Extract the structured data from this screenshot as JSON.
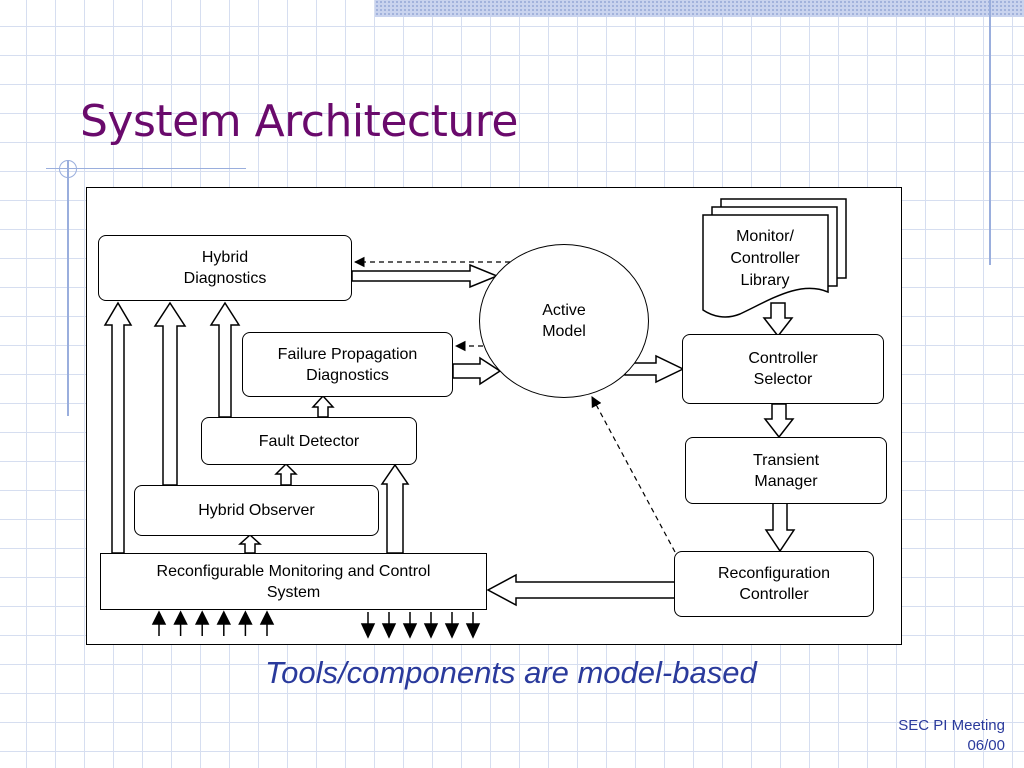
{
  "slide": {
    "title": "System Architecture",
    "caption": "Tools/components are model-based",
    "footer_line1": "SEC PI Meeting",
    "footer_line2": "06/00"
  },
  "diagram": {
    "nodes": {
      "hybrid_diagnostics": "Hybrid\nDiagnostics",
      "failure_propagation": "Failure Propagation\nDiagnostics",
      "fault_detector": "Fault Detector",
      "hybrid_observer": "Hybrid Observer",
      "reconfigurable_monitoring": "Reconfigurable Monitoring and Control\nSystem",
      "active_model": "Active\nModel",
      "library": "Monitor/\nController\nLibrary",
      "controller_selector": "Controller\nSelector",
      "transient_manager": "Transient\nManager",
      "reconfiguration_controller": "Reconfiguration\nController"
    },
    "input_arrow_count": 6,
    "output_arrow_count": 6
  },
  "colors": {
    "title": "#6a0a6c",
    "caption": "#2a3a9c",
    "grid": "#d6def0",
    "accent_band": "#c9d3ee"
  }
}
